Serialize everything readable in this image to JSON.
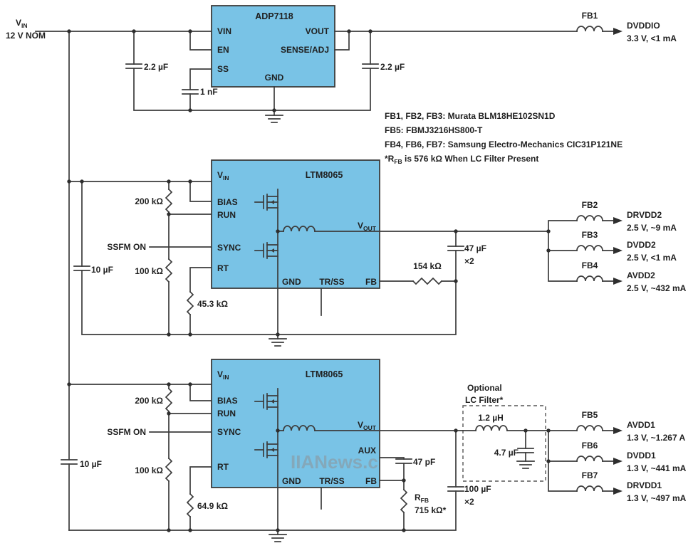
{
  "source": {
    "name": "V",
    "name_sub": "IN",
    "value": "12 V NOM"
  },
  "blocks": {
    "adp7118": {
      "title": "ADP7118",
      "pins": {
        "vin": "VIN",
        "en": "EN",
        "ss": "SS",
        "vout": "VOUT",
        "sense_adj": "SENSE/ADJ",
        "gnd": "GND"
      }
    },
    "ltm8065_a": {
      "title": "LTM8065",
      "pins": {
        "vin": "V",
        "vin_sub": "IN",
        "bias": "BIAS",
        "run": "RUN",
        "sync": "SYNC",
        "rt": "RT",
        "gnd": "GND",
        "trss": "TR/SS",
        "vout": "V",
        "vout_sub": "OUT",
        "fb": "FB"
      }
    },
    "ltm8065_b": {
      "title": "LTM8065",
      "pins": {
        "vin": "V",
        "vin_sub": "IN",
        "bias": "BIAS",
        "run": "RUN",
        "sync": "SYNC",
        "rt": "RT",
        "gnd": "GND",
        "trss": "TR/SS",
        "vout": "V",
        "vout_sub": "OUT",
        "aux": "AUX",
        "fb": "FB"
      }
    }
  },
  "components": {
    "top": {
      "c_in": "2.2 µF",
      "c_ss": "1 nF",
      "c_out": "2.2 µF"
    },
    "mid": {
      "c_in": "10 µF",
      "r_upper": "200 kΩ",
      "r_lower": "100 kΩ",
      "sync_signal": "SSFM ON",
      "r_rt": "45.3 kΩ",
      "r_fb": "154 kΩ",
      "c_out": "47 µF",
      "c_out_qty": "×2"
    },
    "bot": {
      "c_in": "10 µF",
      "r_upper": "200 kΩ",
      "r_lower": "100 kΩ",
      "sync_signal": "SSFM ON",
      "r_rt": "64.9 kΩ",
      "c_aux": "47 pF",
      "r_fb": "R",
      "r_fb_sub": "FB",
      "r_fb_value": "715 kΩ*",
      "c_out": "100 µF",
      "c_out_qty": "×2"
    }
  },
  "lc_filter": {
    "label_line1": "Optional",
    "label_line2": "LC Filter*",
    "inductor": "1.2 µH",
    "capacitor": "4.7 µF"
  },
  "outputs": [
    {
      "fb": "FB1",
      "rail": "DVDDIO",
      "spec": "3.3 V, <1 mA"
    },
    {
      "fb": "FB2",
      "rail": "DRVDD2",
      "spec": "2.5 V, ~9 mA"
    },
    {
      "fb": "FB3",
      "rail": "DVDD2",
      "spec": "2.5 V, <1 mA"
    },
    {
      "fb": "FB4",
      "rail": "AVDD2",
      "spec": "2.5 V, ~432 mA"
    },
    {
      "fb": "FB5",
      "rail": "AVDD1",
      "spec": "1.3 V, ~1.267 A"
    },
    {
      "fb": "FB6",
      "rail": "DVDD1",
      "spec": "1.3 V, ~441 mA"
    },
    {
      "fb": "FB7",
      "rail": "DRVDD1",
      "spec": "1.3 V, ~497 mA"
    }
  ],
  "notes": [
    "FB1, FB2, FB3: Murata BLM18HE102SN1D",
    "FB5: FBMJ3216HS800-T",
    "FB4, FB6, FB7: Samsung Electro-Mechanics CIC31P121NE"
  ],
  "note_rfb": {
    "pre": "*R",
    "sub": "FB",
    "post": " is 576 kΩ When LC Filter Present"
  },
  "watermark": "IIANews.c",
  "colors": {
    "block_fill": "#79c3e6",
    "wire": "#3c3c3c",
    "text": "#1f1f1f"
  }
}
